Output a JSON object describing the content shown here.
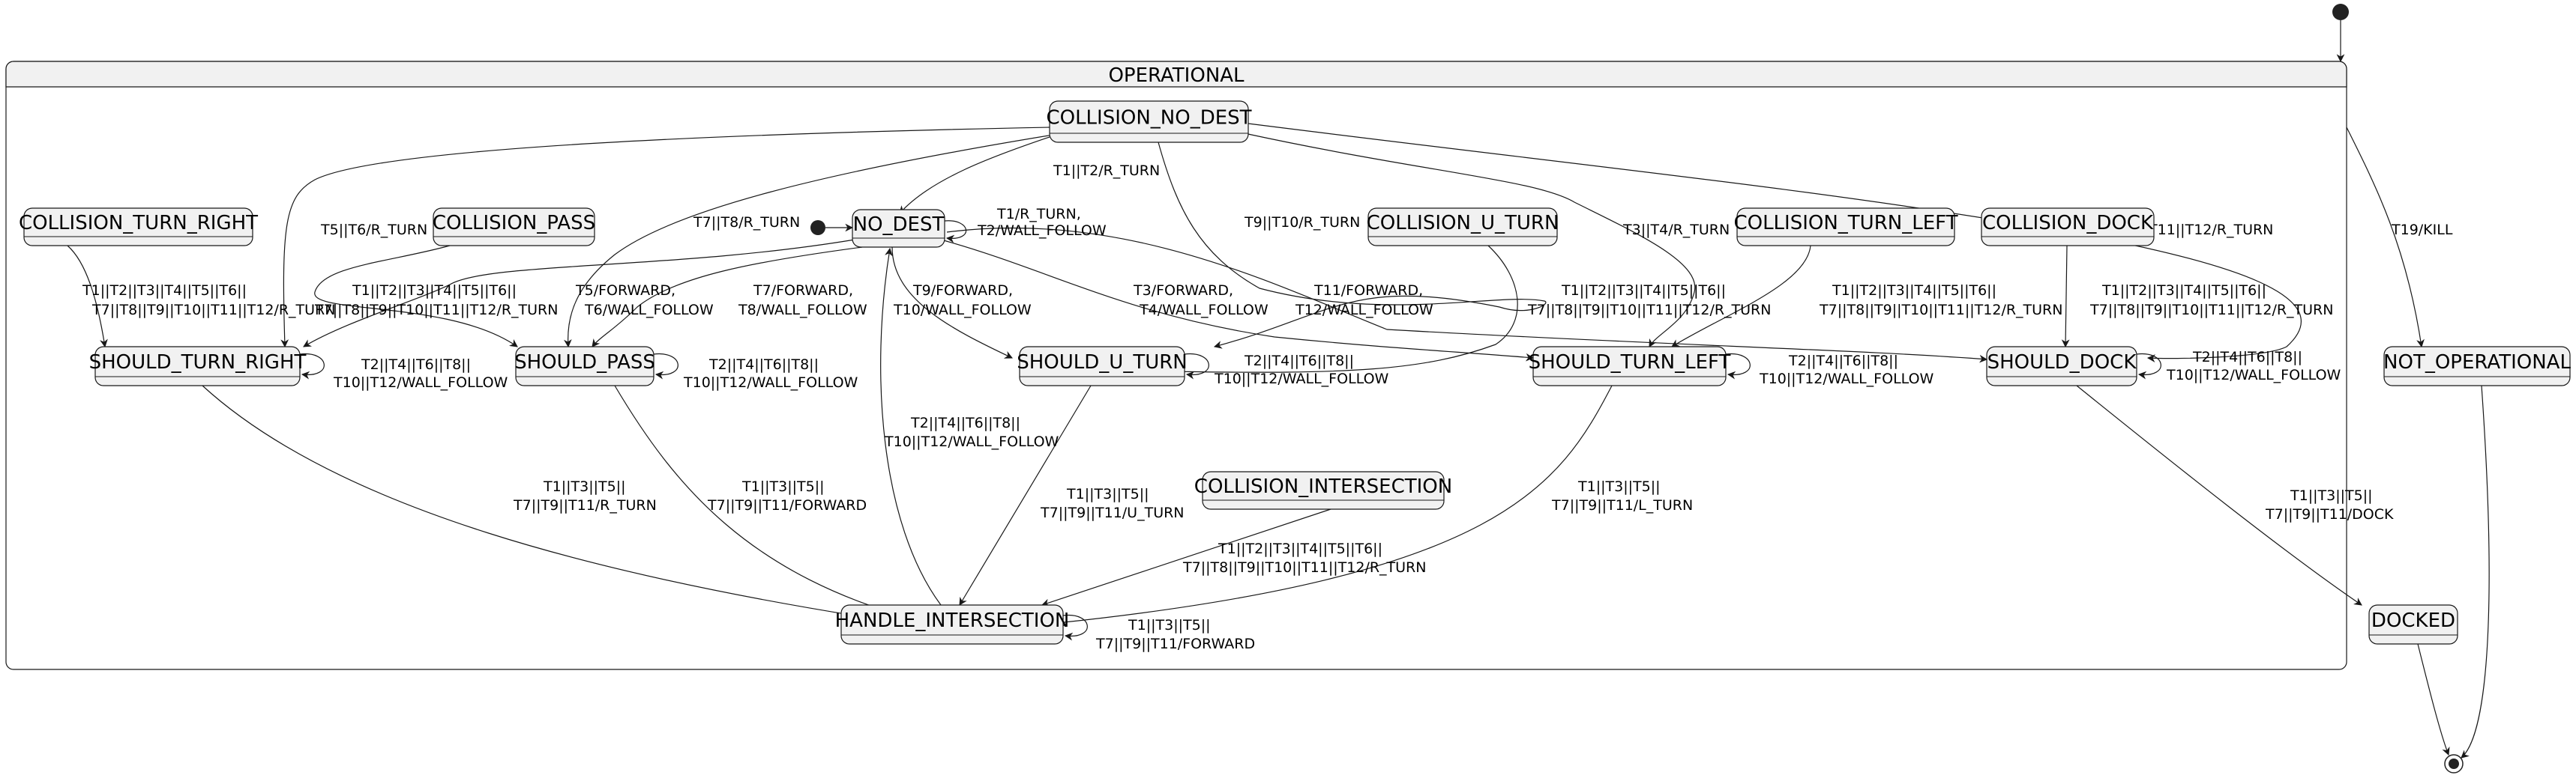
{
  "composite": {
    "name": "OPERATIONAL"
  },
  "states": {
    "collision_no_dest": "COLLISION_NO_DEST",
    "collision_turn_right": "COLLISION_TURN_RIGHT",
    "collision_pass": "COLLISION_PASS",
    "no_dest": "NO_DEST",
    "collision_u_turn": "COLLISION_U_TURN",
    "collision_turn_left": "COLLISION_TURN_LEFT",
    "collision_dock": "COLLISION_DOCK",
    "should_turn_right": "SHOULD_TURN_RIGHT",
    "should_pass": "SHOULD_PASS",
    "should_u_turn": "SHOULD_U_TURN",
    "should_turn_left": "SHOULD_TURN_LEFT",
    "should_dock": "SHOULD_DOCK",
    "collision_intersection": "COLLISION_INTERSECTION",
    "handle_intersection": "HANDLE_INTERSECTION",
    "not_operational": "NOT_OPERATIONAL",
    "docked": "DOCKED"
  },
  "transitions": {
    "cnd_to_nodest": [
      "T1||T2/R_TURN"
    ],
    "cnd_to_str": [
      "T5||T6/R_TURN"
    ],
    "cnd_to_pass": [
      "T7||T8/R_TURN"
    ],
    "cnd_to_uturn": [
      "T9||T10/R_TURN"
    ],
    "cnd_to_stl": [
      "T3||T4/R_TURN"
    ],
    "cnd_to_dock": [
      "T11||T12/R_TURN"
    ],
    "nodest_self": [
      "T1/R_TURN,",
      "T2/WALL_FOLLOW"
    ],
    "ctr_to_str": [
      "T1||T2||T3||T4||T5||T6||",
      "T7||T8||T9||T10||T11||T12/R_TURN"
    ],
    "cp_to_pass": [
      "T1||T2||T3||T4||T5||T6||",
      "T7||T8||T9||T10||T11||T12/R_TURN"
    ],
    "nodest_to_str": [
      "T5/FORWARD,",
      "T6/WALL_FOLLOW"
    ],
    "nodest_to_pass": [
      "T7/FORWARD,",
      "T8/WALL_FOLLOW"
    ],
    "nodest_to_uturn": [
      "T9/FORWARD,",
      "T10/WALL_FOLLOW"
    ],
    "nodest_to_stl": [
      "T3/FORWARD,",
      "T4/WALL_FOLLOW"
    ],
    "nodest_to_dock": [
      "T11/FORWARD,",
      "T12/WALL_FOLLOW"
    ],
    "cut_to_uturn": [
      "T1||T2||T3||T4||T5||T6||",
      "T7||T8||T9||T10||T11||T12/R_TURN"
    ],
    "ctl_to_stl": [
      "T1||T2||T3||T4||T5||T6||",
      "T7||T8||T9||T10||T11||T12/R_TURN"
    ],
    "cd_to_dock": [
      "T1||T2||T3||T4||T5||T6||",
      "T7||T8||T9||T10||T11||T12/R_TURN"
    ],
    "str_self": [
      "T2||T4||T6||T8||",
      "T10||T12/WALL_FOLLOW"
    ],
    "pass_self": [
      "T2||T4||T6||T8||",
      "T10||T12/WALL_FOLLOW"
    ],
    "uturn_self": [
      "T2||T4||T6||T8||",
      "T10||T12/WALL_FOLLOW"
    ],
    "stl_self": [
      "T2||T4||T6||T8||",
      "T10||T12/WALL_FOLLOW"
    ],
    "dock_self": [
      "T2||T4||T6||T8||",
      "T10||T12/WALL_FOLLOW"
    ],
    "hi_to_nodest": [
      "T2||T4||T6||T8||",
      "T10||T12/WALL_FOLLOW"
    ],
    "str_to_hi": [
      "T1||T3||T5||",
      "T7||T9||T11/R_TURN"
    ],
    "pass_to_hi": [
      "T1||T3||T5||",
      "T7||T9||T11/FORWARD"
    ],
    "uturn_to_hi": [
      "T1||T3||T5||",
      "T7||T9||T11/U_TURN"
    ],
    "stl_to_hi": [
      "T1||T3||T5||",
      "T7||T9||T11/L_TURN"
    ],
    "ci_to_hi": [
      "T1||T2||T3||T4||T5||T6||",
      "T7||T8||T9||T10||T11||T12/R_TURN"
    ],
    "hi_self": [
      "T1||T3||T5||",
      "T7||T9||T11/FORWARD"
    ],
    "dock_to_docked": [
      "T1||T3||T5||",
      "T7||T9||T11/DOCK"
    ],
    "op_to_notop": [
      "T19/KILL"
    ]
  }
}
